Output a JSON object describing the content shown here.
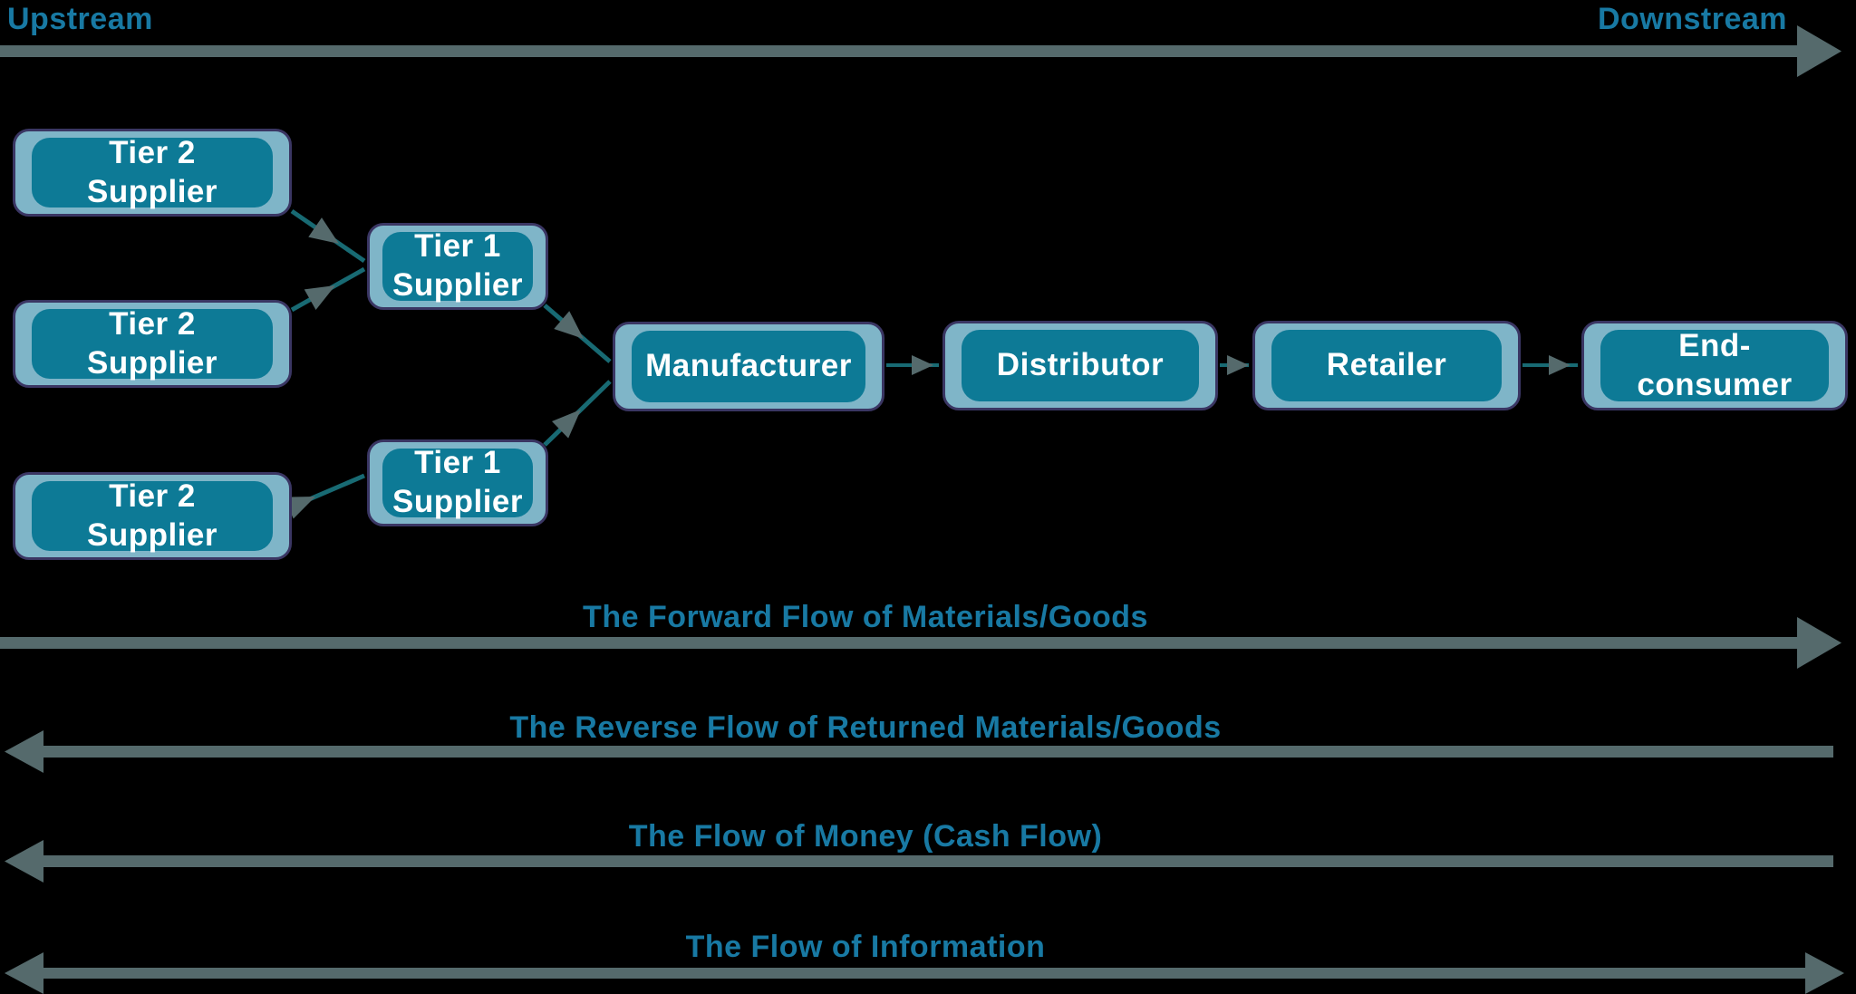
{
  "header": {
    "upstream_label": "Upstream",
    "downstream_label": "Downstream"
  },
  "nodes": [
    {
      "id": "tier2-supplier-1",
      "label": "Tier 2\nSupplier"
    },
    {
      "id": "tier2-supplier-2",
      "label": "Tier 2\nSupplier"
    },
    {
      "id": "tier2-supplier-3",
      "label": "Tier 2\nSupplier"
    },
    {
      "id": "tier1-supplier-1",
      "label": "Tier 1\nSupplier"
    },
    {
      "id": "tier1-supplier-2",
      "label": "Tier 1\nSupplier"
    },
    {
      "id": "manufacturer",
      "label": "Manufacturer"
    },
    {
      "id": "distributor",
      "label": "Distributor"
    },
    {
      "id": "retailer",
      "label": "Retailer"
    },
    {
      "id": "end-consumer",
      "label": "End-\nconsumer"
    }
  ],
  "flows": [
    {
      "id": "forward-flow",
      "label": "The Forward Flow of Materials/Goods",
      "direction": "right"
    },
    {
      "id": "reverse-flow",
      "label": "The Reverse Flow of Returned Materials/Goods",
      "direction": "left"
    },
    {
      "id": "money-flow",
      "label": "The Flow of Money (Cash Flow)",
      "direction": "left"
    },
    {
      "id": "information-flow",
      "label": "The Flow of Information",
      "direction": "both"
    }
  ],
  "colors": {
    "bg": "#000000",
    "teal-text": "#1879A3",
    "box-inner": "#0D7A96",
    "box-outer": "#7FB5C8",
    "box-border": "#3A3663",
    "arrow-gray": "#556A6C",
    "connector-teal": "#186A73",
    "node-text": "#FFFFFF"
  }
}
